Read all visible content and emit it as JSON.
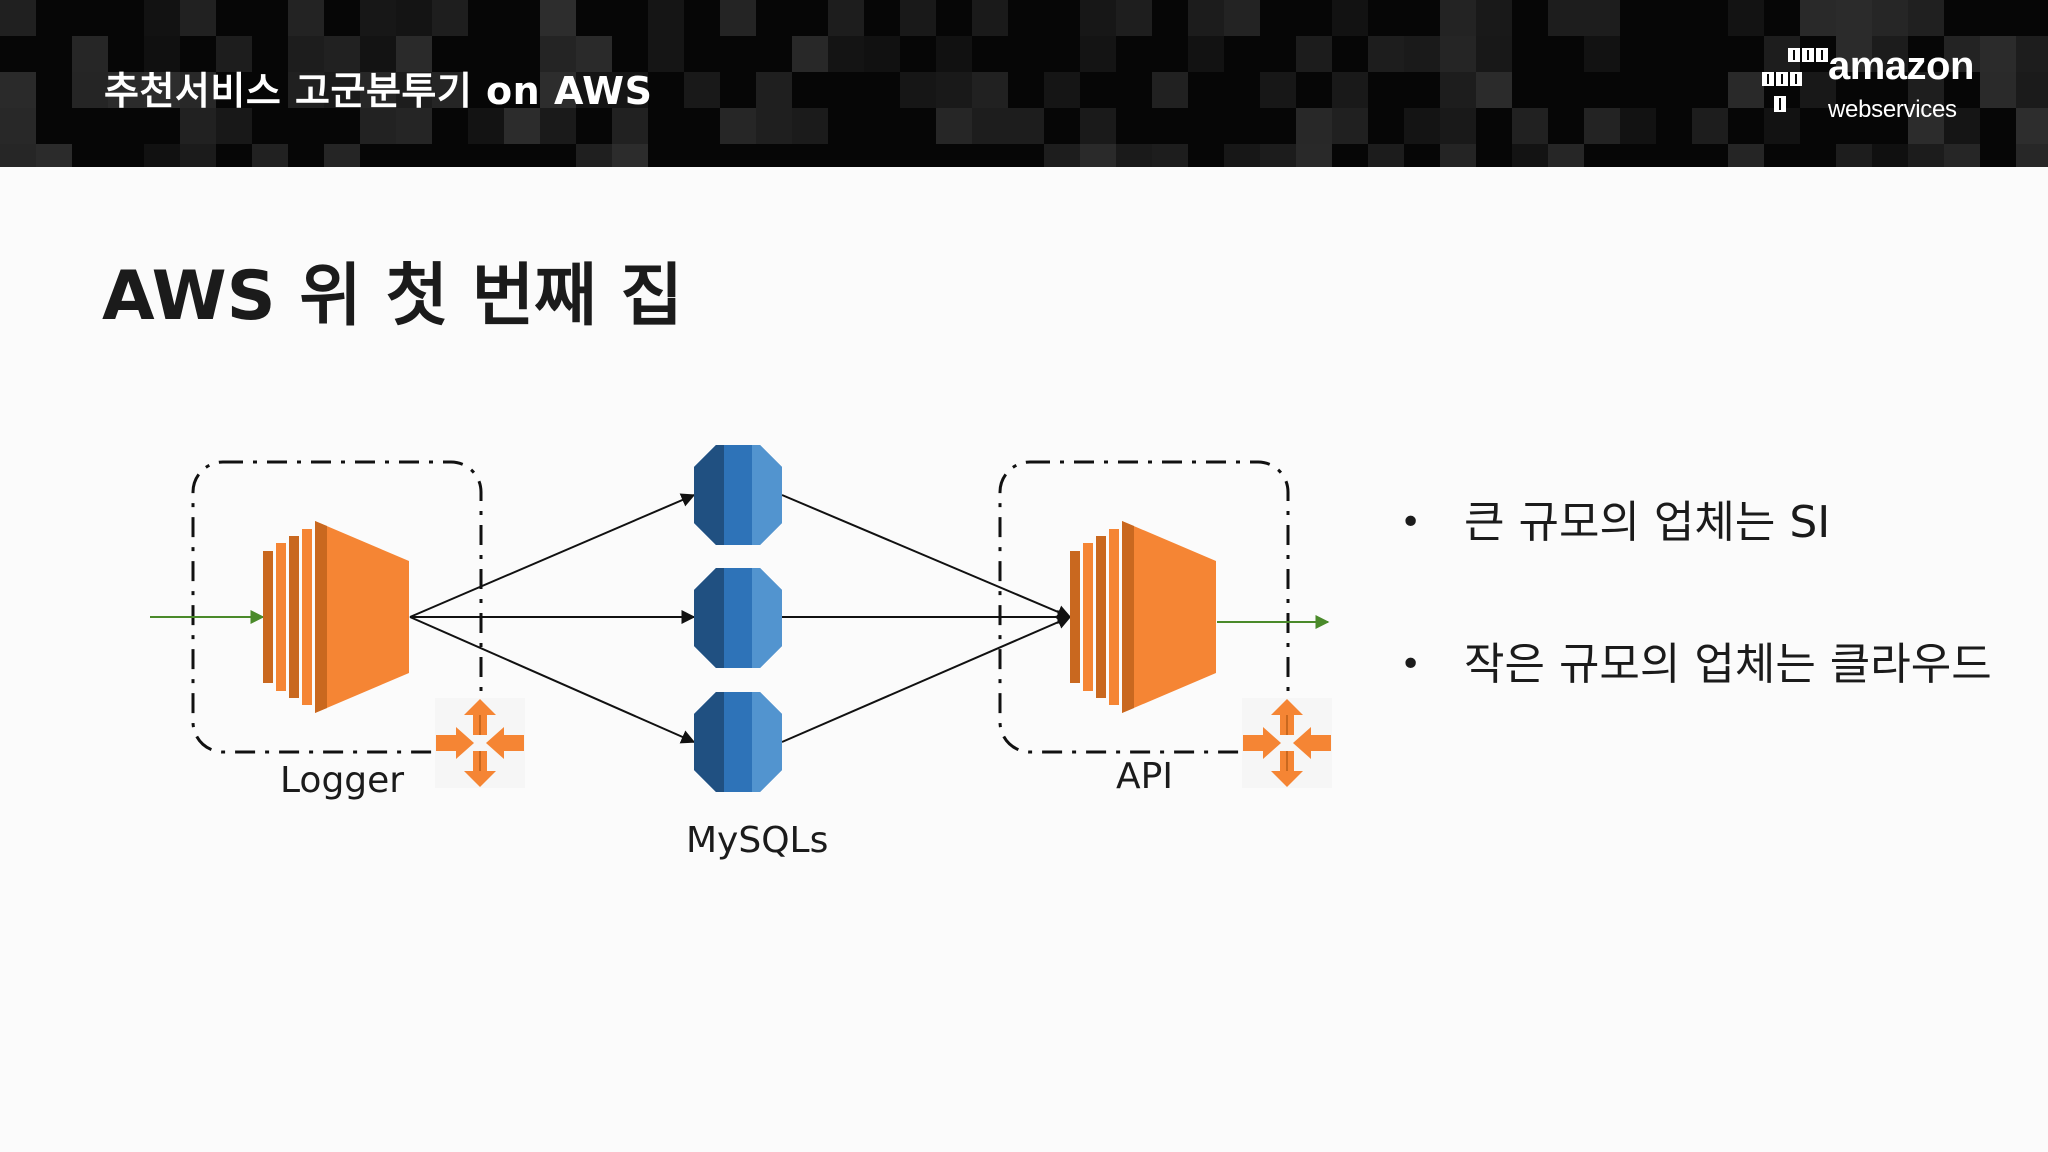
{
  "header": {
    "title": "추천서비스 고군분투기 on AWS",
    "logo": {
      "line1": "amazon",
      "line2": "webservices"
    }
  },
  "slide": {
    "title": "AWS 위 첫 번째 집"
  },
  "diagram": {
    "left_group_label": "Logger",
    "middle_group_label": "MySQLs",
    "right_group_label": "API",
    "icons": [
      "ec2-instance-icon",
      "rds-database-icon",
      "auto-scaling-icon"
    ]
  },
  "bullets": [
    {
      "dot": "•",
      "text": "큰 규모의 업체는 SI"
    },
    {
      "dot": "•",
      "text": "작은 규모의 업체는 클라우드"
    }
  ],
  "colors": {
    "header_bg": "#060606",
    "ec2_orange": "#f58534",
    "ec2_dark": "#c9681f",
    "db_blue": "#2e73b8",
    "db_light": "#5294cf",
    "db_dark": "#205081",
    "arrow_green": "#4a8a2a"
  }
}
